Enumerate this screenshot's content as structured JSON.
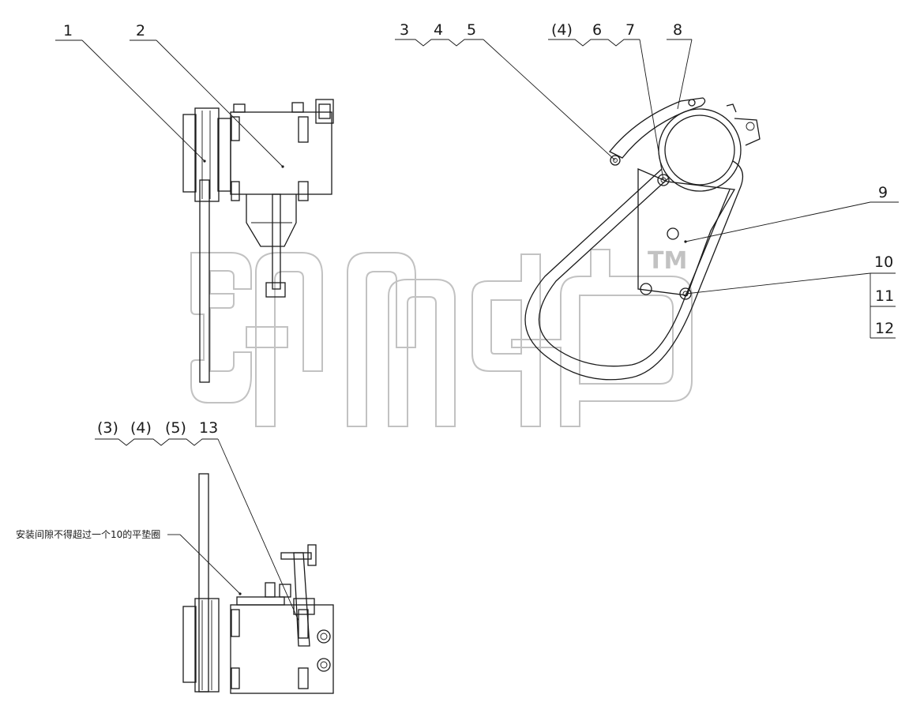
{
  "callouts": {
    "c1": "1",
    "c2": "2",
    "c3": "3",
    "c4": "4",
    "c5": "5",
    "c4p": "(4)",
    "c6": "6",
    "c7": "7",
    "c8": "8",
    "c9": "9",
    "c10": "10",
    "c11": "11",
    "c12": "12",
    "c3b": "(3)",
    "c4b": "(4)",
    "c5b": "(5)",
    "c13": "13"
  },
  "note": "安装间隙不得超过一个10的平垫圈",
  "watermark": {
    "mark": "TM"
  }
}
